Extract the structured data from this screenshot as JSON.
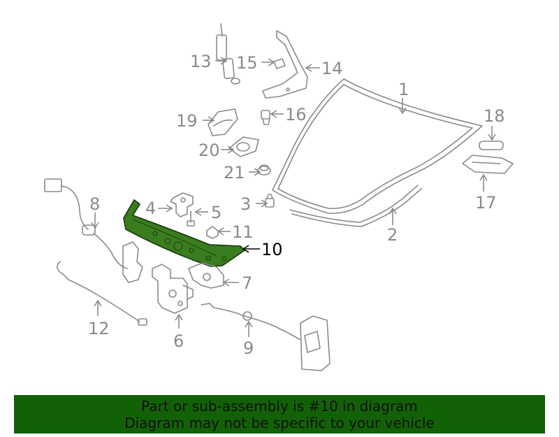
{
  "colors": {
    "highlight_fill": "#3a7d1e",
    "highlight_stroke": "#1f3f10",
    "line_gray": "#8a8a8a",
    "banner_bg": "#136107",
    "highlight_label": "#000000"
  },
  "highlighted_part": "10",
  "callouts": {
    "c1": "1",
    "c2": "2",
    "c3": "3",
    "c4": "4",
    "c5": "5",
    "c6": "6",
    "c7": "7",
    "c8": "8",
    "c9": "9",
    "c10": "10",
    "c11": "11",
    "c12": "12",
    "c13": "13",
    "c14": "14",
    "c15": "15",
    "c16": "16",
    "c17": "17",
    "c18": "18",
    "c19": "19",
    "c20": "20",
    "c21": "21"
  },
  "banner": {
    "line1": "Part or sub-assembly is #10 in diagram",
    "line2": "Diagram may not be specific to your vehicle"
  }
}
